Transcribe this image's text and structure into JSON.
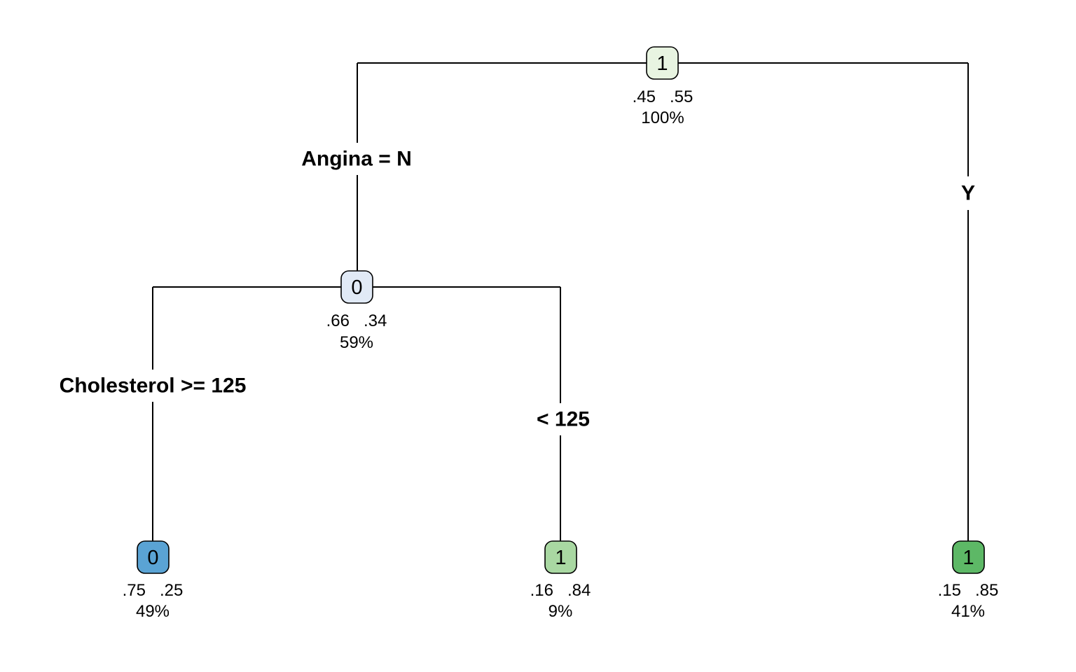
{
  "tree": {
    "nodes": {
      "root": {
        "class": "1",
        "probs": ".45   .55",
        "percent": "100%",
        "color": "#E8F4E1"
      },
      "angina_n": {
        "class": "0",
        "probs": ".66   .34",
        "percent": "59%",
        "color": "#E1EAF6"
      },
      "leaf_chol_ge": {
        "class": "0",
        "probs": ".75   .25",
        "percent": "49%",
        "color": "#5AA3D4"
      },
      "leaf_chol_lt": {
        "class": "1",
        "probs": ".16   .84",
        "percent": "9%",
        "color": "#A9D8A2"
      },
      "leaf_angina_y": {
        "class": "1",
        "probs": ".15   .85",
        "percent": "41%",
        "color": "#5DB866"
      }
    },
    "splits": {
      "angina_left": "Angina = N",
      "angina_right": "Y",
      "chol_left": "Cholesterol >= 125",
      "chol_right": "< 125"
    }
  }
}
